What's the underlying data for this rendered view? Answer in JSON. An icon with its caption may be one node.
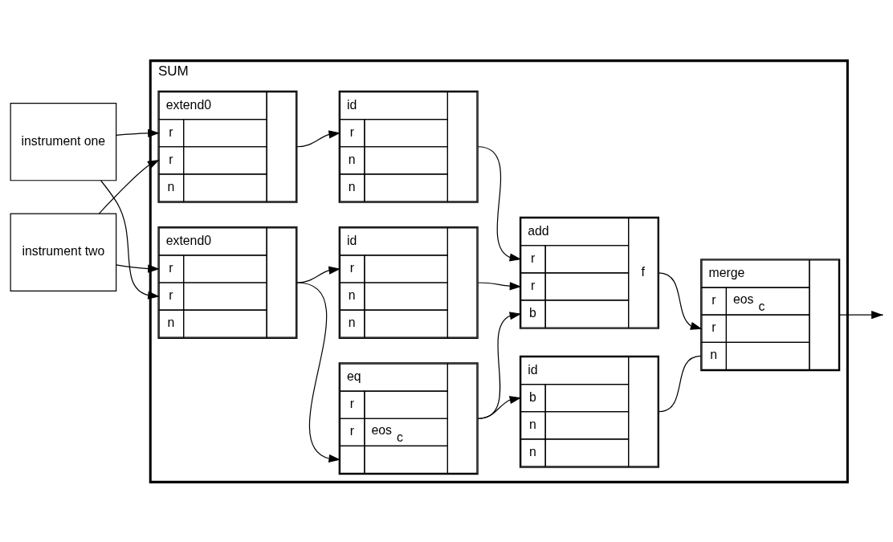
{
  "diagram": {
    "nodes": [
      {
        "text": [
          "SUM"
        ]
      },
      {
        "text": [
          "instrument one"
        ]
      },
      {
        "text": [
          "instrument two"
        ]
      },
      {
        "text": [
          "extend0",
          "r",
          "r",
          "n"
        ],
        "in": 0
      },
      {
        "text": [
          "extend0",
          "r",
          "r",
          "n"
        ],
        "in": 0
      },
      {
        "text": [
          "id",
          "r",
          "n",
          "n"
        ],
        "in": 0
      },
      {
        "text": [
          "id",
          "r",
          "n",
          "n"
        ],
        "in": 0
      },
      {
        "text": [
          "eq",
          "r",
          "r",
          "eos",
          "c"
        ],
        "in": 0
      },
      {
        "text": [
          "add",
          "r",
          "r",
          "b",
          "f"
        ],
        "in": 0
      },
      {
        "text": [
          "id",
          "b",
          "n",
          "n"
        ],
        "in": 0
      },
      {
        "text": [
          "merge",
          "r",
          "eos",
          "c",
          "r",
          "n"
        ],
        "in": 0
      }
    ],
    "edges": [
      {
        "from": 1,
        "to": 3,
        "arrow": "to"
      },
      {
        "from": 1,
        "to": 4,
        "arrow": "to"
      },
      {
        "from": 2,
        "to": 4,
        "arrow": "to"
      },
      {
        "from": 2,
        "to": 3,
        "arrow": "to"
      },
      {
        "from": 3,
        "to": 5,
        "arrow": "to"
      },
      {
        "from": 4,
        "to": 6,
        "arrow": "to"
      },
      {
        "from": 4,
        "to": 7,
        "arrow": "to"
      },
      {
        "from": 5,
        "to": 8,
        "arrow": "to"
      },
      {
        "from": 6,
        "to": 8,
        "arrow": "to"
      },
      {
        "from": 7,
        "to": 8,
        "arrow": "to"
      },
      {
        "from": 7,
        "to": 9,
        "arrow": "to"
      },
      {
        "from": 8,
        "to": 10,
        "arrow": "to"
      },
      {
        "from": 9,
        "to": 10,
        "arrow": "none"
      },
      {
        "from": 10,
        "to": null,
        "arrow": "to"
      }
    ]
  }
}
